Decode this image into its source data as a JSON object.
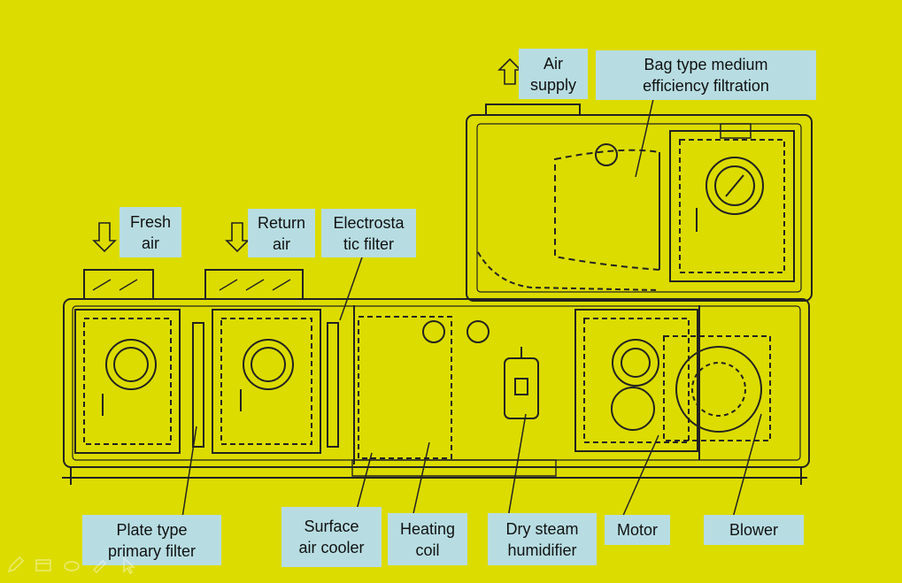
{
  "labels": {
    "air_supply": [
      "Air",
      "supply"
    ],
    "bag_filter": [
      "Bag type medium",
      "efficiency filtration"
    ],
    "fresh_air": [
      "Fresh",
      "air"
    ],
    "return_air": [
      "Return",
      "air"
    ],
    "electrostatic": [
      "Electrosta",
      "tic filter"
    ],
    "plate_filter": [
      "Plate type",
      "primary filter"
    ],
    "surface_cooler": [
      "Surface",
      "air cooler"
    ],
    "heating_coil": [
      "Heating",
      "coil"
    ],
    "humidifier": [
      "Dry steam",
      "humidifier"
    ],
    "motor": [
      "Motor"
    ],
    "blower": [
      "Blower"
    ]
  },
  "colors": {
    "background": "#dcdc00",
    "label_bg": "#b7dde2",
    "line": "#222222"
  },
  "toolbar_icons": [
    "pen-icon",
    "slides-icon",
    "eraser-icon",
    "highlighter-icon",
    "pointer-icon"
  ]
}
